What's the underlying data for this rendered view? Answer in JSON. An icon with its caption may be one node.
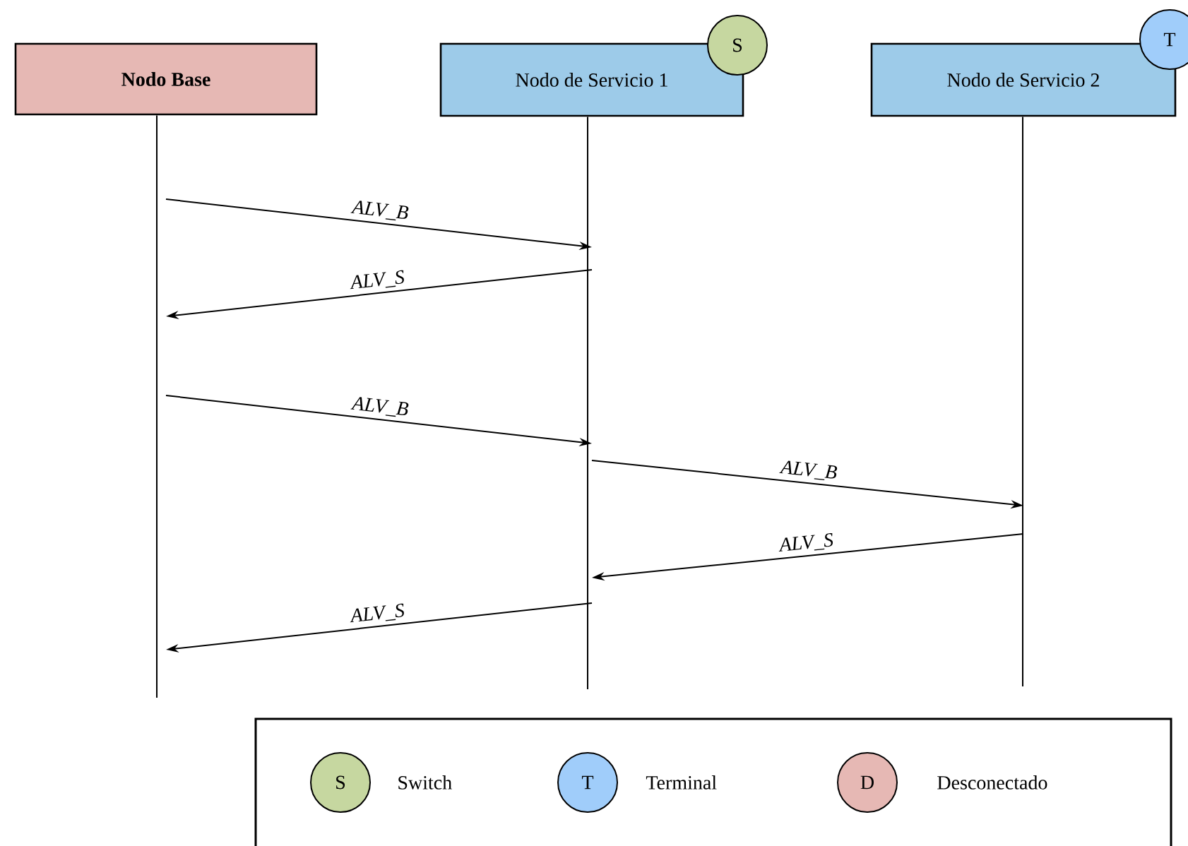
{
  "diagram": {
    "nodes": [
      {
        "text": [
          "Nodo Base"
        ]
      },
      {
        "text": [
          "Nodo de Servicio 1"
        ]
      },
      {
        "text": [
          "Nodo de Servicio 2"
        ]
      },
      {
        "text": [
          "S"
        ]
      },
      {
        "text": [
          "T"
        ]
      }
    ],
    "edges": [
      {
        "from": 0,
        "to": 1,
        "arrow": "to",
        "label": "ALV_B"
      },
      {
        "from": 1,
        "to": 0,
        "arrow": "to",
        "label": "ALV_S"
      },
      {
        "from": 0,
        "to": 1,
        "arrow": "to",
        "label": "ALV_B"
      },
      {
        "from": 1,
        "to": 2,
        "arrow": "to",
        "label": "ALV_B"
      },
      {
        "from": 2,
        "to": 1,
        "arrow": "to",
        "label": "ALV_S"
      },
      {
        "from": 1,
        "to": 0,
        "arrow": "to",
        "label": "ALV_S"
      }
    ],
    "labels": [
      "S",
      "T",
      "D"
    ],
    "legend": [
      {
        "text": "Switch",
        "color": "#c6d7a0"
      },
      {
        "text": "Terminal",
        "color": "#a0cdfa"
      },
      {
        "text": "Desconectado",
        "color": "#e6b8b4"
      }
    ]
  }
}
